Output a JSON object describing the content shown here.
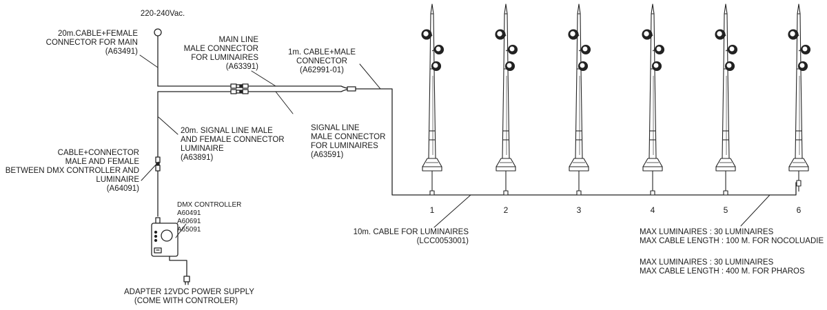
{
  "supply": "220-240Vac.",
  "labels": {
    "main_cable": [
      "20m.CABLE+FEMALE",
      "CONNECTOR FOR MAIN",
      "(A63491)"
    ],
    "main_line": [
      "MAIN LINE",
      "MALE CONNECTOR",
      "FOR LUMINAIRES",
      "(A63391)"
    ],
    "cable_male": [
      "1m. CABLE+MALE",
      "CONNECTOR",
      "(A62991-01)"
    ],
    "signal_20m": [
      "20m. SIGNAL LINE MALE",
      "AND FEMALE CONNECTOR",
      "LUMINAIRE",
      "(A63891)"
    ],
    "signal_line": [
      "SIGNAL LINE",
      "MALE CONNECTOR",
      "FOR LUMINAIRES",
      "(A63591)"
    ],
    "cable_connector": [
      "CABLE+CONNECTOR",
      "MALE AND FEMALE",
      "BETWEEN DMX CONTROLLER AND",
      "LUMINAIRE",
      "(A64091)"
    ],
    "dmx": [
      "DMX CONTROLLER",
      "A60491",
      "A60691",
      "A65091"
    ],
    "adapter": [
      "ADAPTER 12VDC POWER SUPPLY",
      "(COME WITH CONTROLER)"
    ],
    "cable_10m": [
      "10m. CABLE FOR LUMINAIRES",
      "(LCC0053001)"
    ],
    "spec_1": [
      "MAX LUMINAIRES : 30 LUMINAIRES",
      "MAX CABLE LENGTH : 100 M. FOR NOCOLUADIE"
    ],
    "spec_2": [
      "MAX LUMINAIRES : 30 LUMINAIRES",
      "MAX CABLE LENGTH : 400 M. FOR PHAROS"
    ]
  },
  "pole_numbers": [
    "1",
    "2",
    "3",
    "4",
    "5",
    "6"
  ]
}
